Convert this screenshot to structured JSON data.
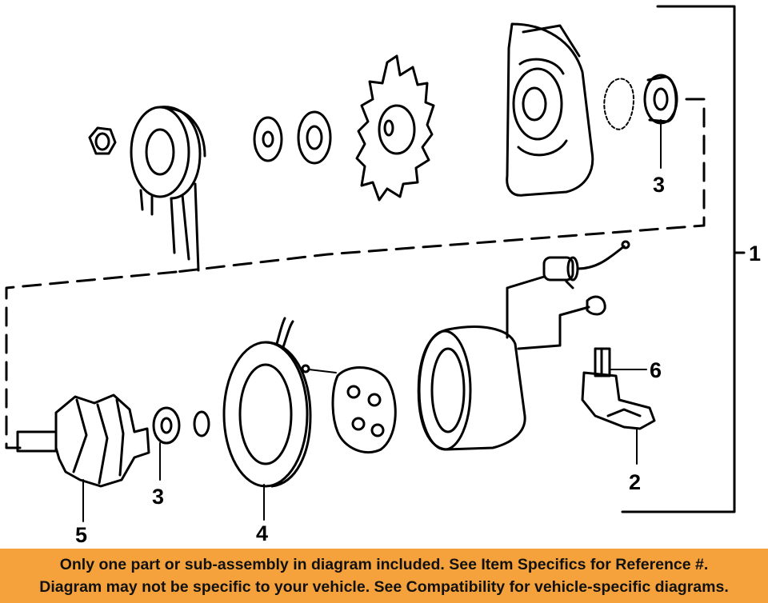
{
  "callouts": {
    "assembly": "1",
    "regulator": "2",
    "bearing_front": "3",
    "bearing_rear": "3",
    "stator": "4",
    "rotor": "5",
    "brush_holder": "6"
  },
  "banner": {
    "line1": "Only one part or sub-assembly in diagram included. See Item Specifics for Reference #.",
    "line2": "Diagram may not be specific to your vehicle. See Compatibility for vehicle-specific diagrams."
  },
  "colors": {
    "banner_bg": "#f5a23c",
    "line": "#000000",
    "background": "#ffffff"
  }
}
